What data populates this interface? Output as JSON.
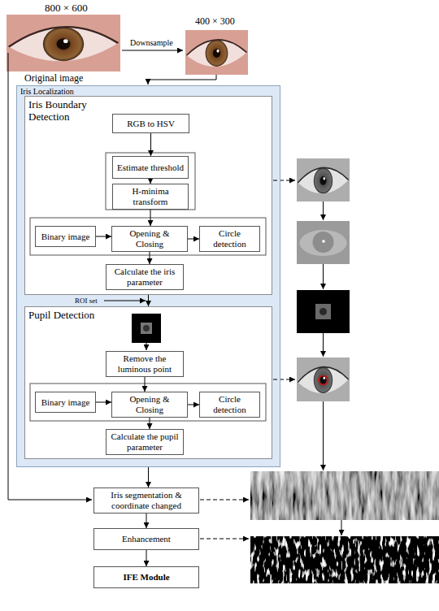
{
  "diagram": {
    "nodes": [
      {
        "text": [
          "Iris Localization"
        ]
      },
      {
        "text": [
          "Iris Boundary Detection"
        ],
        "in": 0
      },
      {
        "text": [
          "RGB to HSV"
        ],
        "in": 1
      },
      {
        "text": [
          "Estimate threshold"
        ],
        "in": 1
      },
      {
        "text": [
          "H-minima transform"
        ],
        "in": 1
      },
      {
        "text": [
          "Binary image"
        ],
        "in": 1
      },
      {
        "text": [
          "Opening & Closing"
        ],
        "in": 1
      },
      {
        "text": [
          "Circle detection"
        ],
        "in": 1
      },
      {
        "text": [
          "Calculate the iris parameter"
        ],
        "in": 1
      },
      {
        "text": [
          "Pupil Detection"
        ],
        "in": 0
      },
      {
        "text": [
          "Remove the luminous point"
        ],
        "in": 9
      },
      {
        "text": [
          "Binary image"
        ],
        "in": 9
      },
      {
        "text": [
          "Opening & Closing"
        ],
        "in": 9
      },
      {
        "text": [
          "Circle detection"
        ],
        "in": 9
      },
      {
        "text": [
          "Calculate the pupil parameter"
        ],
        "in": 9
      },
      {
        "text": [
          "Iris segmentation & coordinate changed"
        ]
      },
      {
        "text": [
          "Enhancement"
        ]
      },
      {
        "text": [
          "IFE Module"
        ]
      }
    ],
    "edges": [
      {
        "from": 2,
        "to": 3,
        "arrow": "to"
      },
      {
        "from": 3,
        "to": 4,
        "arrow": "to"
      },
      {
        "from": 4,
        "to": 6,
        "arrow": "to"
      },
      {
        "from": 5,
        "to": 6,
        "arrow": "to"
      },
      {
        "from": 6,
        "to": 7,
        "arrow": "to"
      },
      {
        "from": 6,
        "to": 8,
        "arrow": "to"
      },
      {
        "from": 1,
        "to": 9,
        "arrow": "to"
      },
      {
        "from": 10,
        "to": 12,
        "arrow": "to"
      },
      {
        "from": 11,
        "to": 12,
        "arrow": "to"
      },
      {
        "from": 12,
        "to": 13,
        "arrow": "to"
      },
      {
        "from": 12,
        "to": 14,
        "arrow": "to"
      },
      {
        "from": 0,
        "to": 15,
        "arrow": "to"
      },
      {
        "from": 15,
        "to": 16,
        "arrow": "to"
      },
      {
        "from": 16,
        "to": 17,
        "arrow": "to"
      }
    ],
    "labels": [
      "800 × 600",
      "Original image",
      "Downsample",
      "400 × 300",
      "ROI set"
    ]
  }
}
